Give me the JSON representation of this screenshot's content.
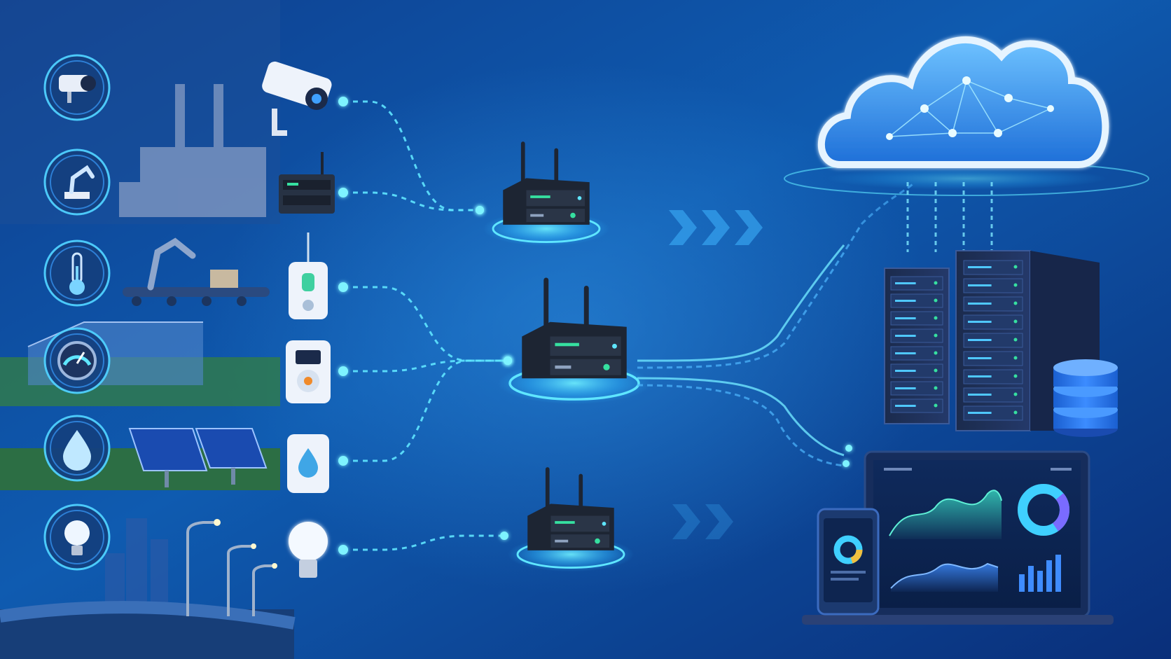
{
  "theme": {
    "bg_dark": "#0b2a6b",
    "bg_mid": "#0f4fa8",
    "bg_light": "#1873c9",
    "accent": "#35c9ff",
    "glow": "#5fe6ff",
    "device_dark": "#1d2533",
    "device_face": "#2a3547",
    "screen_green": "#36e0a0"
  },
  "left_icons": [
    {
      "icon": "security-camera-icon"
    },
    {
      "icon": "robot-arm-icon"
    },
    {
      "icon": "thermometer-icon"
    },
    {
      "icon": "gauge-icon"
    },
    {
      "icon": "water-drop-icon"
    },
    {
      "icon": "light-bulb-icon"
    }
  ],
  "sensors": [
    {
      "icon": "security-camera-device"
    },
    {
      "icon": "gateway-box-device"
    },
    {
      "icon": "humidity-sensor-device"
    },
    {
      "icon": "smart-meter-device"
    },
    {
      "icon": "water-sensor-device"
    },
    {
      "icon": "smart-bulb-device"
    }
  ],
  "gateways": [
    {
      "icon": "edge-router-top"
    },
    {
      "icon": "edge-router-main"
    },
    {
      "icon": "edge-router-bottom"
    }
  ],
  "cloud": {
    "icon": "cloud-network-icon"
  },
  "datacenter": {
    "icon": "server-racks-icon",
    "storage_icon": "database-icon"
  },
  "dashboard": {
    "laptop_icon": "laptop-dashboard-icon",
    "phone_icon": "phone-dashboard-icon"
  }
}
